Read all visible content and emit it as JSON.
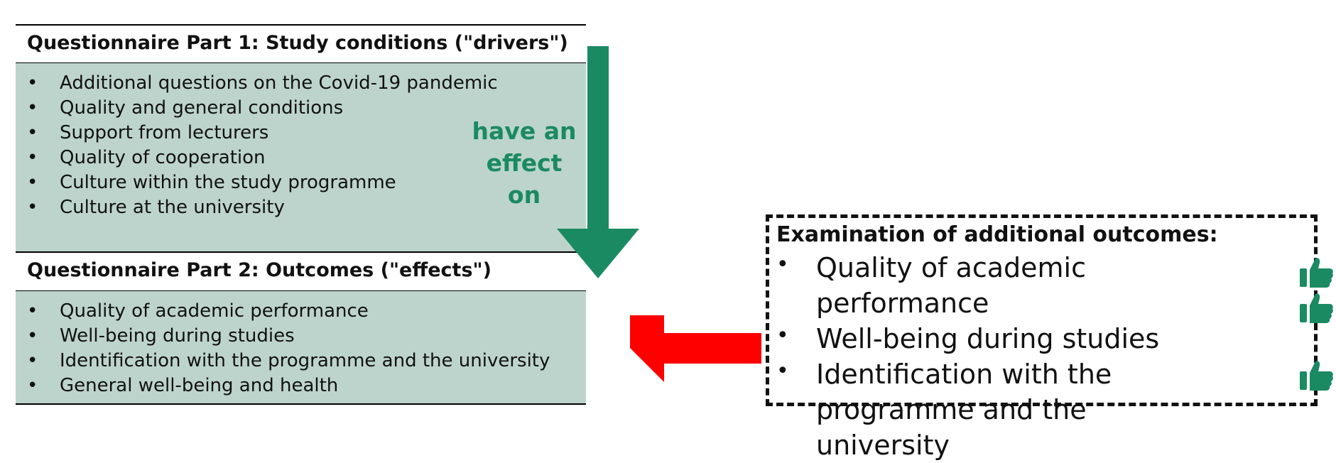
{
  "part1": {
    "heading": "Questionnaire Part 1: Study conditions (\"drivers\")",
    "items": [
      "Additional questions on the Covid-19 pandemic",
      "Quality and general conditions",
      "Support from lecturers",
      "Quality of cooperation",
      "Culture within the study programme",
      "Culture at the university"
    ]
  },
  "part2": {
    "heading": "Questionnaire Part 2: Outcomes (\"effects\")",
    "items": [
      "Quality of academic performance",
      "Well-being during studies",
      "Identification with the programme and the university",
      "General well-being and health"
    ]
  },
  "effect_arrow": {
    "label_lines": [
      "have an",
      "effect",
      "on"
    ],
    "color": "#1a8a62"
  },
  "feedback_arrow": {
    "color": "#ff0000"
  },
  "examination": {
    "title": "Examination of additional outcomes:",
    "items": [
      "Quality of academic performance",
      "Well-being during studies",
      "Identification with the programme and the university"
    ],
    "thumb_icon": "thumbs-up-icon",
    "thumb_color": "#1a8a62"
  },
  "colors": {
    "panel_fill": "#bdd4cc",
    "accent_green": "#1a8a62",
    "arrow_red": "#ff0000"
  }
}
